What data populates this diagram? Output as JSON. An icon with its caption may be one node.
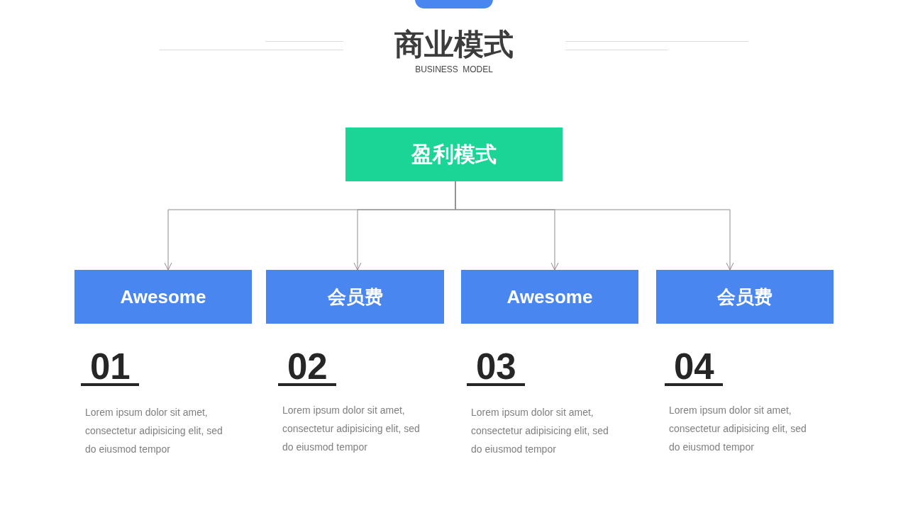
{
  "diagram": {
    "title": "商业模式",
    "nodes": [
      {
        "text": [
          "盈利模式"
        ]
      },
      {
        "text": [
          "Awesome"
        ],
        "beside": [
          "01",
          "Lorem ipsum dolor sit amet, consectetur adipisicing elit, sed do eiusmod tempor"
        ]
      },
      {
        "text": [
          "会员费"
        ],
        "beside": [
          "02",
          "Lorem ipsum dolor sit amet, consectetur adipisicing elit, sed do eiusmod tempor"
        ]
      },
      {
        "text": [
          "Awesome"
        ],
        "beside": [
          "03",
          "Lorem ipsum dolor sit amet, consectetur adipisicing elit, sed do eiusmod tempor"
        ]
      },
      {
        "text": [
          "会员费"
        ],
        "beside": [
          "04",
          "Lorem ipsum dolor sit amet, consectetur adipisicing elit, sed do eiusmod tempor"
        ]
      }
    ],
    "edges": [
      {
        "from": 0,
        "to": 1,
        "arrow": "to"
      },
      {
        "from": 0,
        "to": 2,
        "arrow": "to"
      },
      {
        "from": 0,
        "to": 3,
        "arrow": "to"
      },
      {
        "from": 0,
        "to": 4,
        "arrow": "to"
      }
    ],
    "labels": [
      "BUSINESS MODEL"
    ]
  }
}
